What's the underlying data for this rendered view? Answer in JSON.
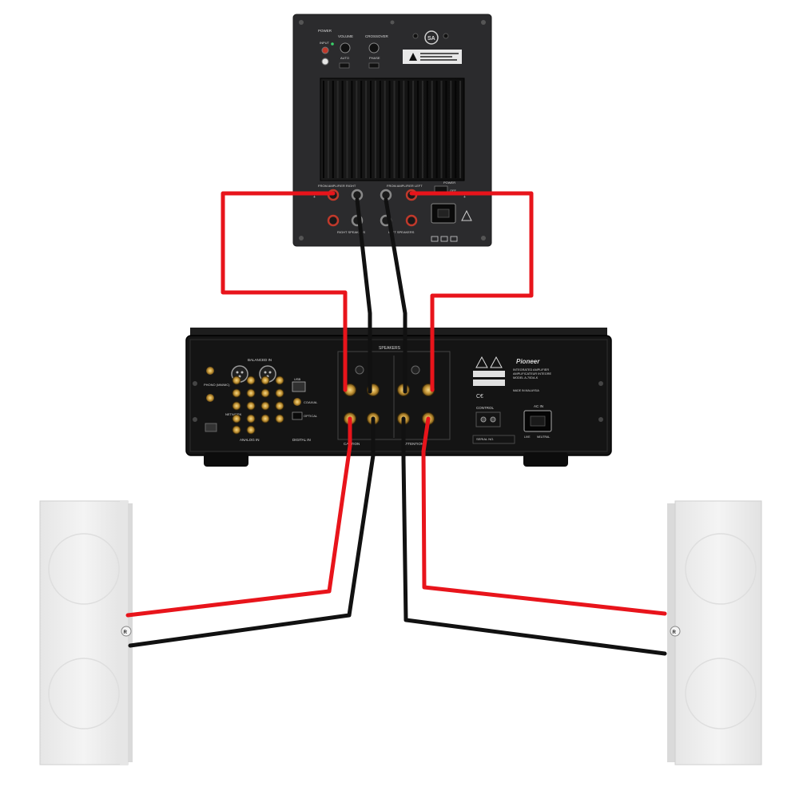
{
  "colors": {
    "background": "#ffffff",
    "positive_wire": "#e8141b",
    "negative_wire": "#111111",
    "sub_panel": "#2b2b2d",
    "amp_body": "#141414",
    "speaker": "#eeeeee"
  },
  "subwoofer": {
    "brand": "SA",
    "labels": {
      "power": "POWER",
      "volume": "VOLUME",
      "crossover": "CROSSOVER",
      "input": "INPUT",
      "auto": "AUTO",
      "phase": "PHASE",
      "from_amp_right": "FROM AMPLIFIER RIGHT",
      "from_amp_left": "FROM AMPLIFIER LEFT",
      "right_speakers": "RIGHT SPEAKERS",
      "left_speakers": "LEFT SPEAKERS",
      "power_switch": "POWER",
      "off": "OFF"
    }
  },
  "amplifier": {
    "brand": "Pioneer",
    "labels": {
      "balanced_in": "BALANCED IN",
      "speakers": "SPEAKERS",
      "phono": "PHONO (MM/MC)",
      "network": "NETWORK",
      "usb": "USB",
      "coaxial": "COAXIAL",
      "optical": "OPTICAL",
      "analog_in": "ANALOG IN",
      "digital_in": "DIGITAL IN",
      "caution": "CAUTION",
      "attention": "ATTENTION",
      "control": "CONTROL",
      "ac_in": "AC IN",
      "serial_no": "SERIAL NO.",
      "model_line1": "INTEGRATED AMPLIFIER",
      "model_line2": "AMPLIFICATEUR INTEGRE",
      "model_line3": "MODEL A-70DA-K",
      "made_in": "MADE IN MALAYSIA",
      "live": "LIVE",
      "neutral": "NEUTRAL"
    }
  }
}
